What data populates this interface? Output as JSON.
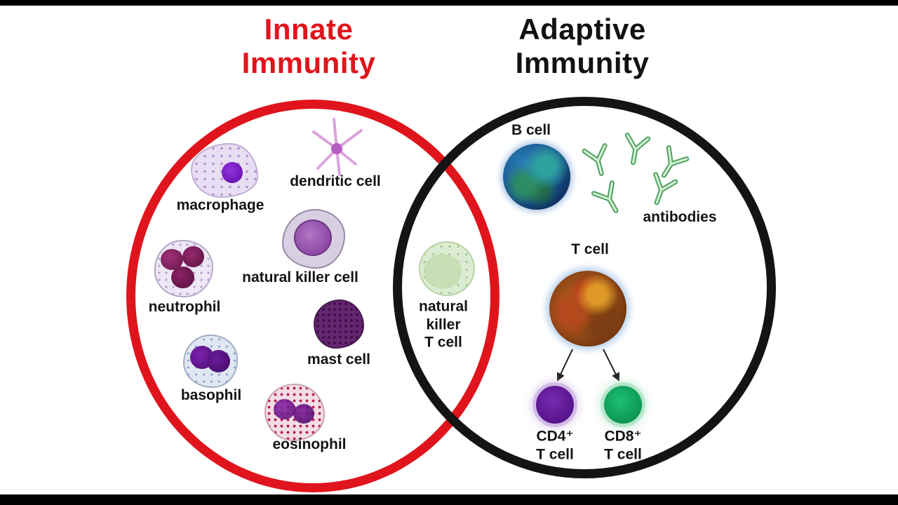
{
  "titles": {
    "innate": "Innate\nImmunity",
    "adaptive": "Adaptive\nImmunity"
  },
  "colors": {
    "innate_red": "#e0141c",
    "adaptive_black": "#141414",
    "antibody_green": "#4da35f",
    "cd4_purple": "#5a1690",
    "cd8_green": "#0fa666"
  },
  "innate": {
    "cells": [
      {
        "name": "macrophage",
        "label": "macrophage"
      },
      {
        "name": "dendritic-cell",
        "label": "dendritic cell"
      },
      {
        "name": "natural-killer-cell",
        "label": "natural killer cell"
      },
      {
        "name": "neutrophil",
        "label": "neutrophil"
      },
      {
        "name": "mast-cell",
        "label": "mast cell"
      },
      {
        "name": "basophil",
        "label": "basophil"
      },
      {
        "name": "eosinophil",
        "label": "eosinophil"
      }
    ]
  },
  "shared": {
    "cells": [
      {
        "name": "natural-killer-t-cell",
        "label": "natural\nkiller\nT cell"
      }
    ]
  },
  "adaptive": {
    "cells": [
      {
        "name": "b-cell",
        "label": "B cell"
      },
      {
        "name": "antibodies",
        "label": "antibodies"
      },
      {
        "name": "t-cell",
        "label": "T cell"
      },
      {
        "name": "cd4-t-cell",
        "label": "CD4⁺\nT cell"
      },
      {
        "name": "cd8-t-cell",
        "label": "CD8⁺\nT cell"
      }
    ]
  }
}
